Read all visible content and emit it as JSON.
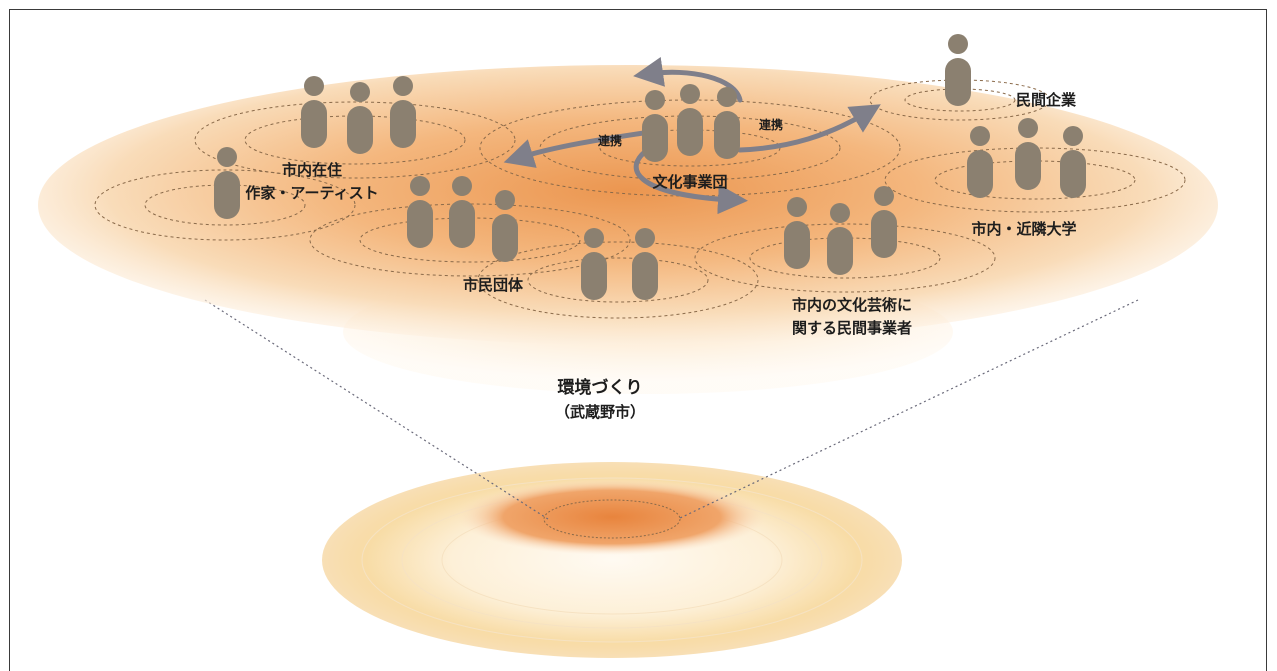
{
  "groups": {
    "artists": [
      "市内在住",
      "作家・アーティスト"
    ],
    "citizen_groups": "市民団体",
    "foundation": "文化事業団",
    "companies": "民間企業",
    "universities": "市内・近隣大学",
    "businesses": [
      "市内の文化芸術に",
      "関する民間事業者"
    ]
  },
  "links": {
    "left": "連携",
    "right": "連携"
  },
  "center": {
    "title": "環境づくり",
    "subtitle": "（武蔵野市）"
  },
  "colors": {
    "person": "#8b8070",
    "disc_core": "#e8904a",
    "disc_edge": "#fbe3c4",
    "arrow": "#7f7f8a",
    "frame": "#3a3a3a"
  }
}
